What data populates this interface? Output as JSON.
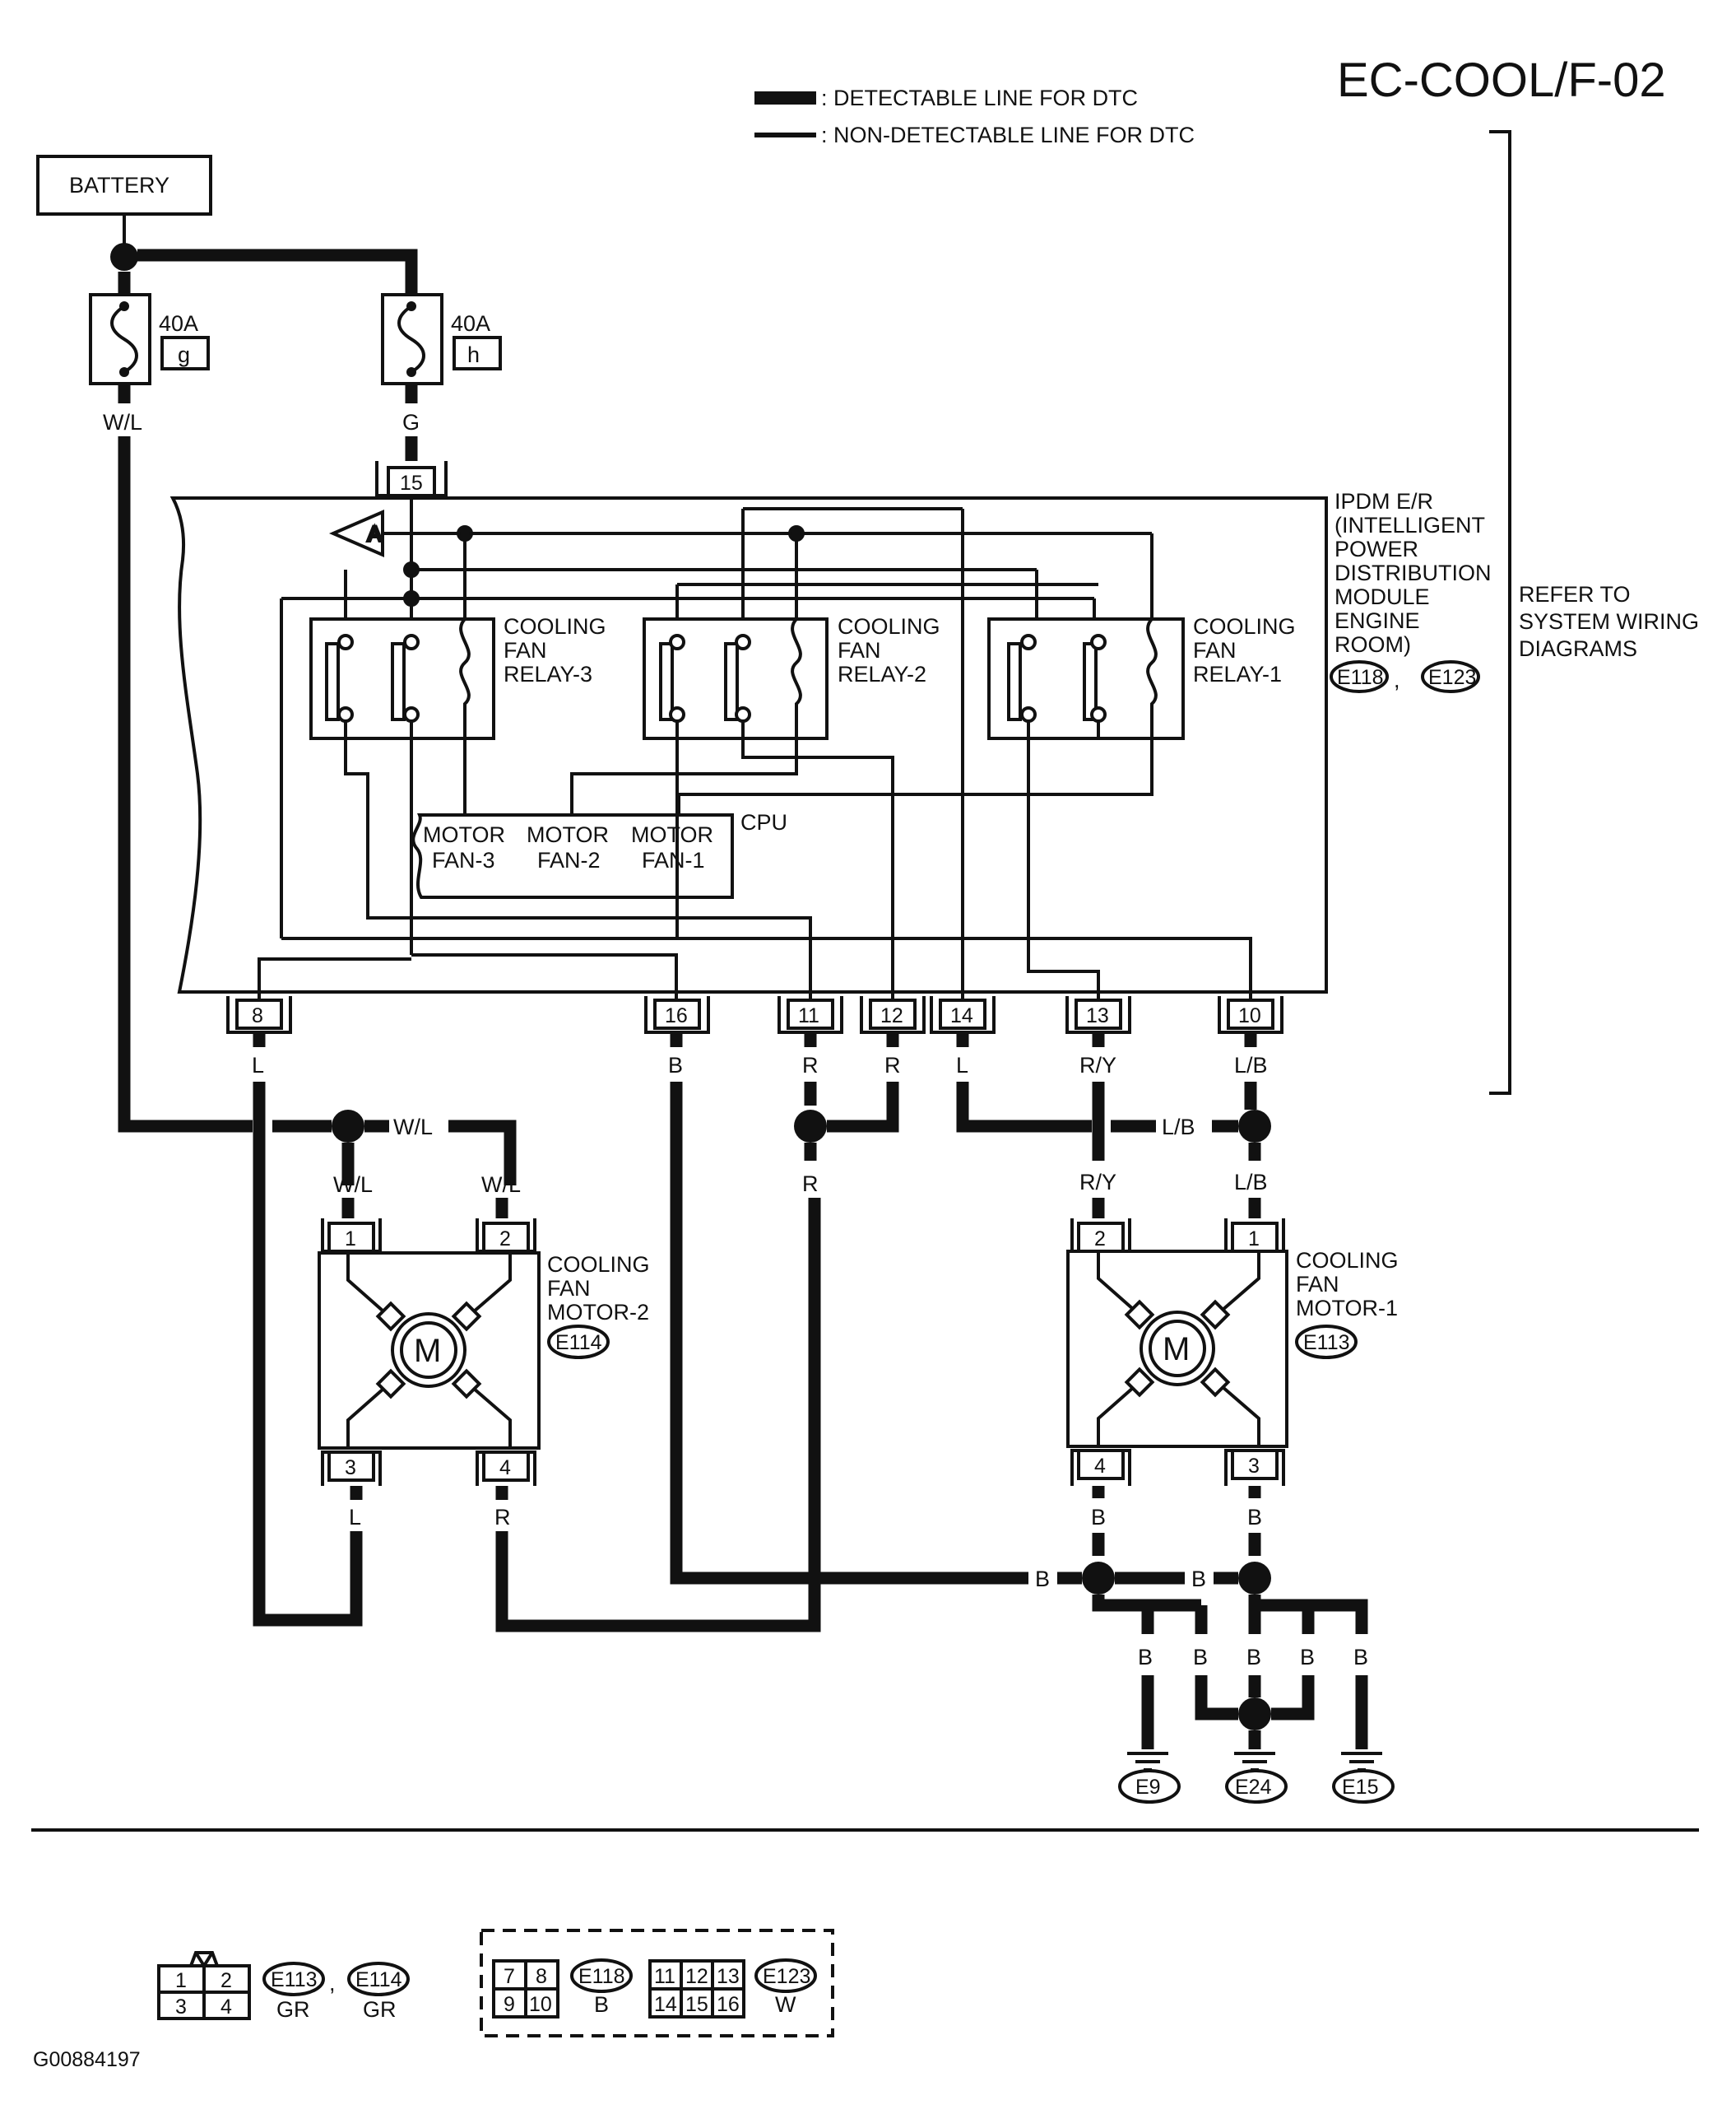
{
  "page_id": "EC-COOL/F-02",
  "figure_id": "G00884197",
  "legend": {
    "detectable": ": DETECTABLE LINE FOR DTC",
    "non_detectable": ": NON-DETECTABLE LINE FOR DTC"
  },
  "battery": "BATTERY",
  "fuses": [
    {
      "rating": "40A",
      "id": "g",
      "wire": "W/L"
    },
    {
      "rating": "40A",
      "id": "h",
      "wire": "G"
    }
  ],
  "ipdm": {
    "label_lines": [
      "IPDM E/R",
      "(INTELLIGENT",
      "POWER",
      "DISTRIBUTION",
      "MODULE",
      "ENGINE",
      "ROOM)"
    ],
    "connectors": [
      "E118",
      "E123"
    ],
    "input_terminal": "15",
    "marker": "A",
    "cpu": "CPU",
    "relays": [
      {
        "lines": [
          "COOLING",
          "FAN",
          "RELAY-3"
        ]
      },
      {
        "lines": [
          "COOLING",
          "FAN",
          "RELAY-2"
        ]
      },
      {
        "lines": [
          "COOLING",
          "FAN",
          "RELAY-1"
        ]
      }
    ],
    "cpu_outputs": [
      {
        "lines": [
          "MOTOR",
          "FAN-3"
        ]
      },
      {
        "lines": [
          "MOTOR",
          "FAN-2"
        ]
      },
      {
        "lines": [
          "MOTOR",
          "FAN-1"
        ]
      }
    ],
    "terminals": [
      {
        "num": "8",
        "wire": "L"
      },
      {
        "num": "16",
        "wire": "B"
      },
      {
        "num": "11",
        "wire": "R"
      },
      {
        "num": "12",
        "wire": "R"
      },
      {
        "num": "14",
        "wire": "L"
      },
      {
        "num": "13",
        "wire": "R/Y"
      },
      {
        "num": "10",
        "wire": "L/B"
      }
    ]
  },
  "refer_to": [
    "REFER TO",
    "SYSTEM WIRING",
    "DIAGRAMS"
  ],
  "motor2": {
    "lines": [
      "COOLING",
      "FAN",
      "MOTOR-2"
    ],
    "connector": "E114",
    "symbol": "M",
    "pins_top": [
      {
        "num": "1",
        "wire": "W/L"
      },
      {
        "num": "2",
        "wire": "W/L"
      }
    ],
    "pins_bottom": [
      {
        "num": "3",
        "wire": "L"
      },
      {
        "num": "4",
        "wire": "R"
      }
    ],
    "splice_wire": "W/L",
    "r_splice_wire": "R"
  },
  "motor1": {
    "lines": [
      "COOLING",
      "FAN",
      "MOTOR-1"
    ],
    "connector": "E113",
    "symbol": "M",
    "pins_top": [
      {
        "num": "2",
        "wire": "R/Y"
      },
      {
        "num": "1",
        "wire": "L/B"
      }
    ],
    "pins_bottom": [
      {
        "num": "4",
        "wire": "B"
      },
      {
        "num": "3",
        "wire": "B"
      }
    ],
    "splice_wire": "L/B"
  },
  "ground_bus_wire": "B",
  "grounds": [
    {
      "id": "E9",
      "wire": "B"
    },
    {
      "id": "E24",
      "wires": [
        "B",
        "B",
        "B"
      ]
    },
    {
      "id": "E15",
      "wire": "B"
    }
  ],
  "connector_views": {
    "motor_face": {
      "pins": [
        "1",
        "2",
        "3",
        "4"
      ],
      "connectors": [
        "E113",
        "E114"
      ],
      "colors": [
        "GR",
        "GR"
      ],
      "sep": ","
    },
    "ipdm_face_1": {
      "pins": [
        "7",
        "8",
        "9",
        "10"
      ],
      "connector": "E118",
      "color": "B"
    },
    "ipdm_face_2": {
      "pins": [
        "11",
        "12",
        "13",
        "14",
        "15",
        "16"
      ],
      "connector": "E123",
      "color": "W"
    }
  }
}
